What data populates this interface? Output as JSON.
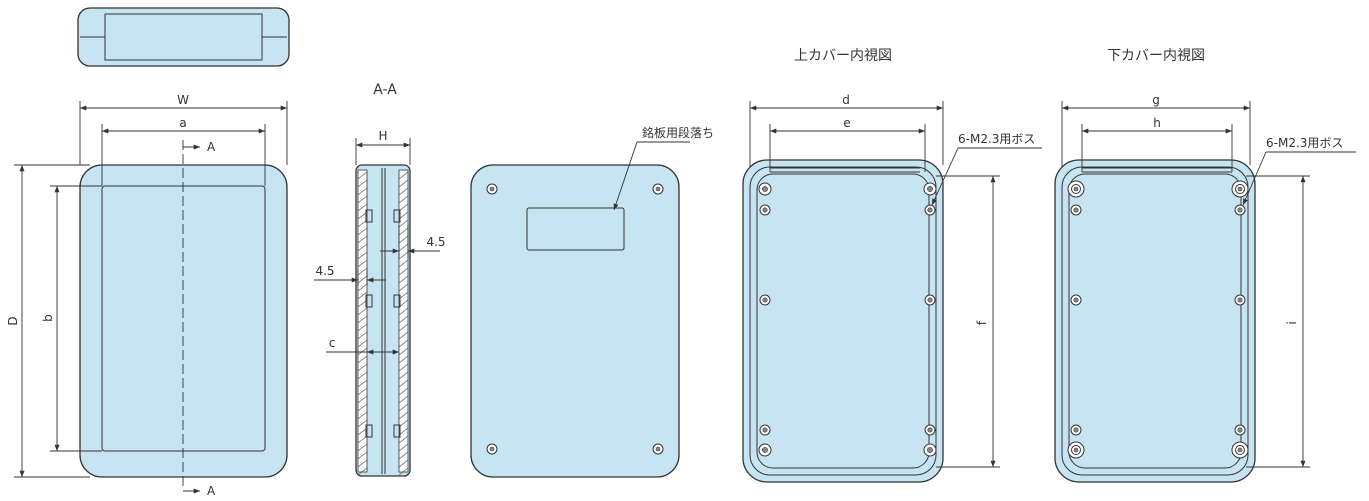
{
  "views": {
    "front": {
      "dim_width": "W",
      "dim_inner_width": "a",
      "dim_depth": "D",
      "dim_inner_depth": "b",
      "section_mark_top": "A",
      "section_mark_bottom": "A"
    },
    "section": {
      "title": "A-A",
      "dim_height": "H",
      "dim_wall_right": "4.5",
      "dim_wall_left": "4.5",
      "dim_inner": "c"
    },
    "back": {
      "nameplate_label": "銘板用段落ち"
    },
    "upper_cover": {
      "title": "上カバー内視図",
      "dim_d": "d",
      "dim_e": "e",
      "dim_f": "f",
      "boss_label": "6-M2.3用ボス"
    },
    "lower_cover": {
      "title": "下カバー内視図",
      "dim_g": "g",
      "dim_h": "h",
      "dim_i": "i",
      "boss_label": "6-M2.3用ボス"
    }
  },
  "colors": {
    "case_fill": "#c6e4f2",
    "line": "#333333"
  }
}
